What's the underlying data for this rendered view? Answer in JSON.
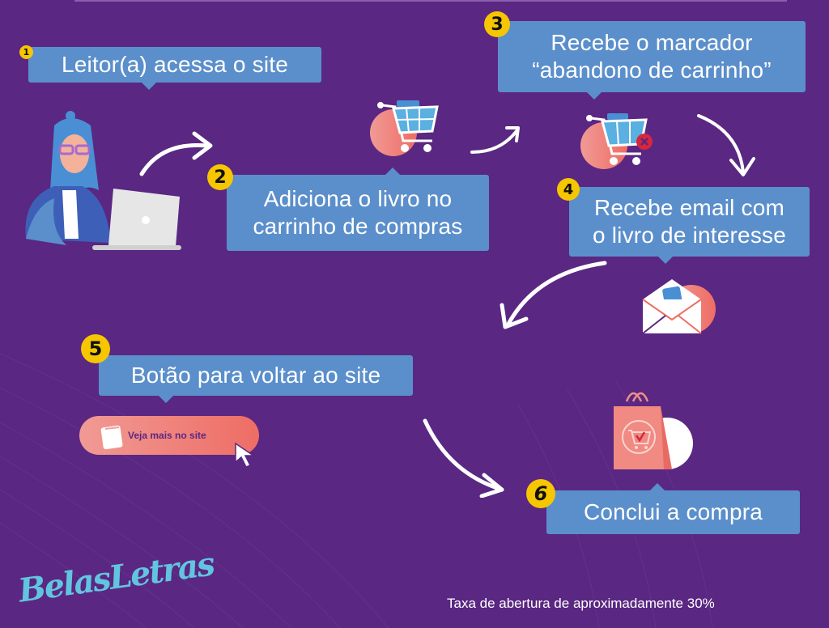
{
  "infographic": {
    "steps": [
      {
        "number": "1",
        "label": "Leitor(a) acessa o site"
      },
      {
        "number": "2",
        "label_line1": "Adiciona o livro no",
        "label_line2": "carrinho de compras"
      },
      {
        "number": "3",
        "label_line1": "Recebe o marcador",
        "label_line2": "“abandono de carrinho”"
      },
      {
        "number": "4",
        "label_line1": "Recebe email com",
        "label_line2": "o livro de interesse"
      },
      {
        "number": "5",
        "label": "Botão para voltar ao site"
      },
      {
        "number": "6",
        "label": "Conclui a compra"
      }
    ],
    "cta_button": {
      "label": "Veja mais no site"
    },
    "brand": {
      "logo_text": "BelasLetras"
    },
    "footnote": "Taxa de abertura de aproximadamente 30%",
    "colors": {
      "background": "#5a2782",
      "box": "#5b8fcb",
      "badge": "#f6c600",
      "accent_coral": "#ee6d65",
      "logo": "#62c5e0"
    }
  }
}
